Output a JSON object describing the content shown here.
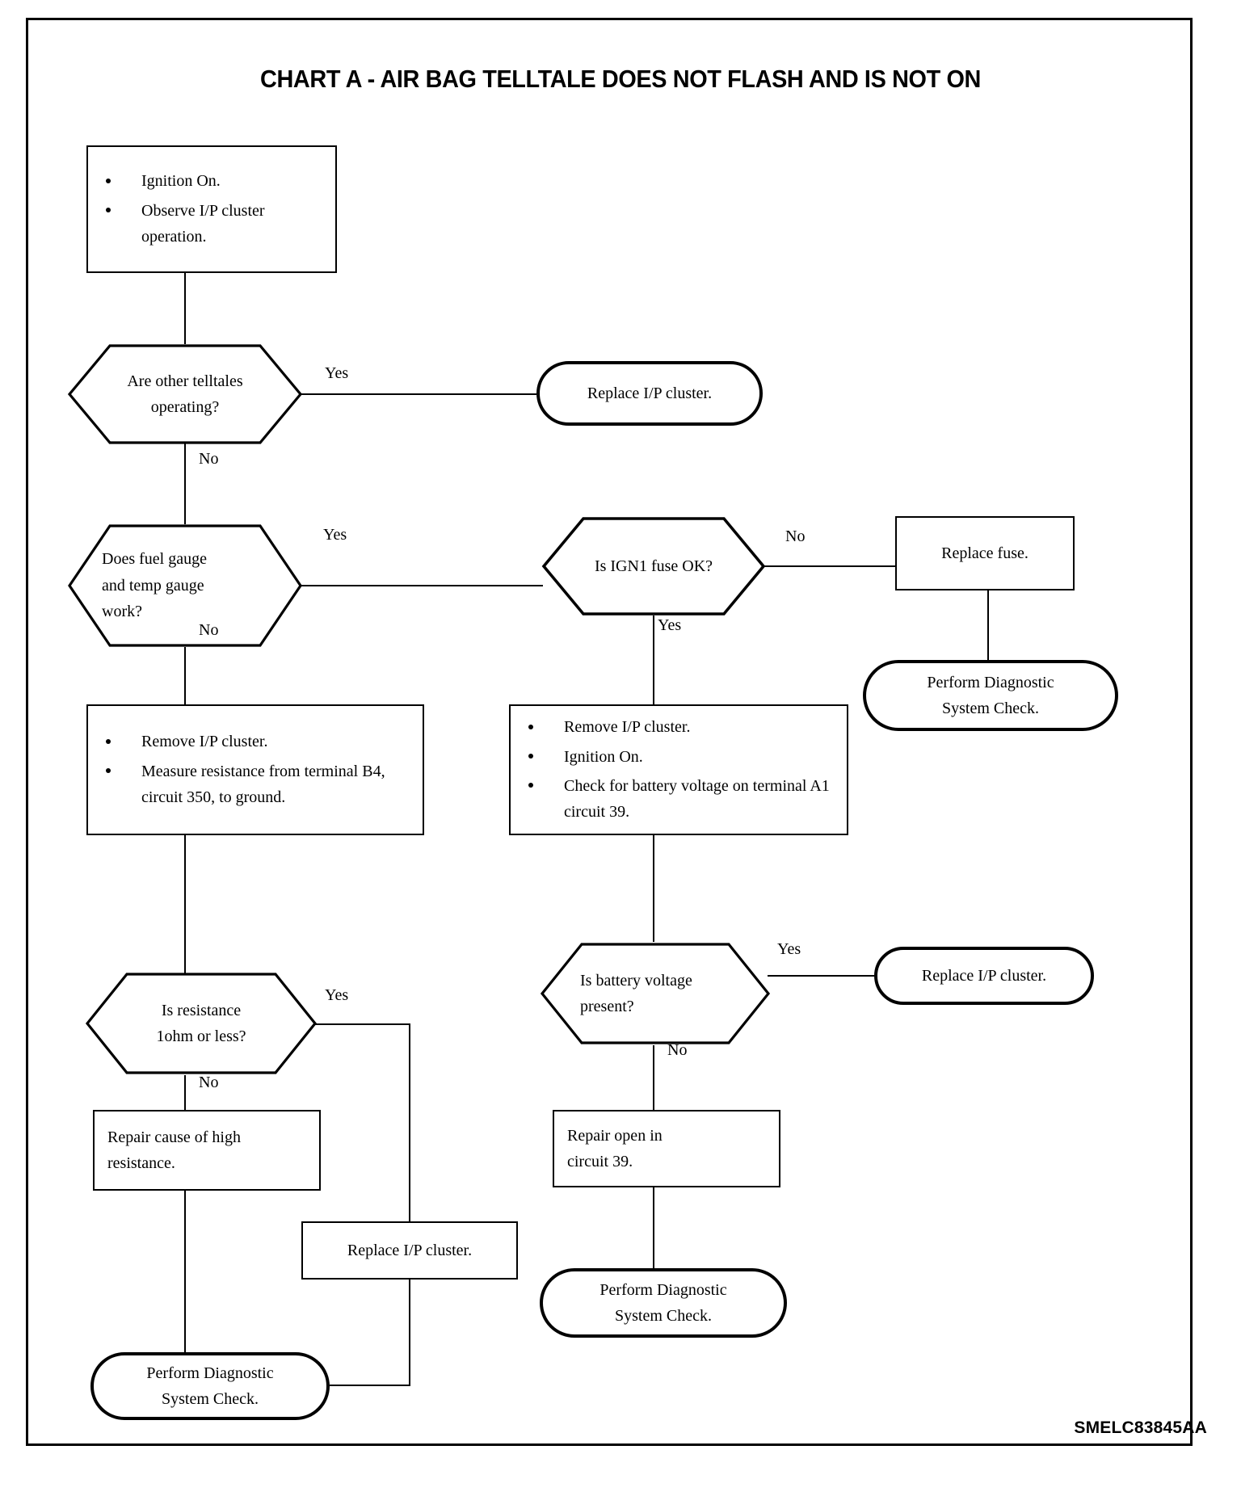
{
  "document": {
    "title": "CHART A - AIR BAG TELLTALE DOES NOT FLASH AND IS NOT ON",
    "reference_code": "SMELC83845AA"
  },
  "nodes": {
    "start": {
      "type": "process",
      "bullets": [
        "Ignition On.",
        "Observe I/P cluster operation."
      ]
    },
    "d1": {
      "type": "decision",
      "line1": "Are other telltales",
      "line2": "operating?"
    },
    "t1": {
      "type": "terminator",
      "text": "Replace I/P cluster."
    },
    "d2": {
      "type": "decision",
      "line1": "Does fuel gauge",
      "line2": "and temp gauge",
      "line3": "work?"
    },
    "d3": {
      "type": "decision",
      "line1": "Is IGN1 fuse OK?"
    },
    "p_fuse": {
      "type": "process",
      "text": "Replace fuse."
    },
    "t_diag_fuse": {
      "type": "terminator",
      "line1": "Perform Diagnostic",
      "line2": "System Check."
    },
    "p_left": {
      "type": "process",
      "bullets": [
        "Remove I/P cluster.",
        "Measure resistance from terminal B4, circuit 350, to ground."
      ]
    },
    "p_right": {
      "type": "process",
      "bullets": [
        "Remove I/P cluster.",
        "Ignition On.",
        "Check for battery voltage on terminal A1 circuit 39."
      ]
    },
    "d4": {
      "type": "decision",
      "line1": "Is resistance",
      "line2": "1ohm or less?"
    },
    "d5": {
      "type": "decision",
      "line1": "Is battery voltage",
      "line2": "present?"
    },
    "t_replace2": {
      "type": "terminator",
      "text": "Replace I/P cluster."
    },
    "p_repair_res": {
      "type": "process",
      "line1": "Repair cause of high",
      "line2": "resistance."
    },
    "p_repair_open": {
      "type": "process",
      "line1": "Repair open in",
      "line2": "circuit 39."
    },
    "p_replace_cluster3": {
      "type": "process",
      "text": "Replace I/P cluster."
    },
    "t_diag_left": {
      "type": "terminator",
      "line1": "Perform Diagnostic",
      "line2": "System Check."
    },
    "t_diag_right": {
      "type": "terminator",
      "line1": "Perform Diagnostic",
      "line2": "System Check."
    }
  },
  "edge_labels": {
    "d1_yes": "Yes",
    "d1_no": "No",
    "d2_yes": "Yes",
    "d2_no": "No",
    "d3_no": "No",
    "d3_yes": "Yes",
    "d4_yes": "Yes",
    "d4_no": "No",
    "d5_yes": "Yes",
    "d5_no": "No"
  },
  "colors": {
    "stroke": "#000000",
    "background": "#ffffff"
  }
}
